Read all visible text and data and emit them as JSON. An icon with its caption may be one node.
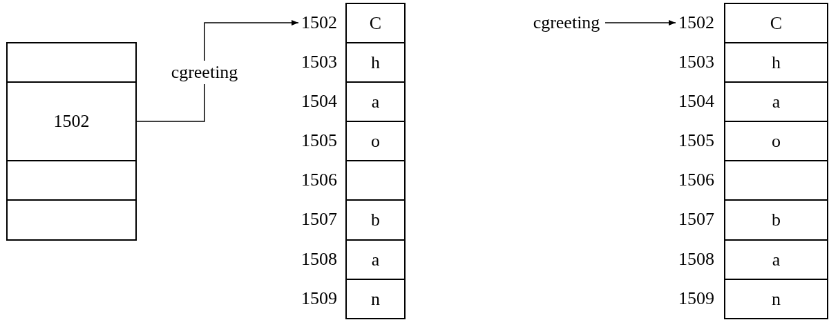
{
  "diagram": {
    "nodes": [
      {
        "text": [],
        "shape": "box"
      },
      {
        "text": [
          "1502"
        ]
      },
      {
        "text": [],
        "shape": "box"
      },
      {
        "text": [],
        "shape": "box"
      },
      {
        "text": [
          "1502"
        ]
      },
      {
        "text": [
          "C"
        ]
      },
      {
        "text": [
          "1503"
        ]
      },
      {
        "text": [
          "h"
        ]
      },
      {
        "text": [
          "1504"
        ]
      },
      {
        "text": [
          "a"
        ]
      },
      {
        "text": [
          "1505"
        ]
      },
      {
        "text": [
          "o"
        ]
      },
      {
        "text": [
          "1506"
        ]
      },
      {
        "text": [],
        "shape": "box"
      },
      {
        "text": [
          "1507"
        ]
      },
      {
        "text": [
          "b"
        ]
      },
      {
        "text": [
          "1508"
        ]
      },
      {
        "text": [
          "a"
        ]
      },
      {
        "text": [
          "1509"
        ]
      },
      {
        "text": [
          "n"
        ]
      },
      {
        "text": [
          "cgreeting"
        ]
      },
      {
        "text": [
          "1502"
        ]
      },
      {
        "text": [
          "C"
        ]
      },
      {
        "text": [
          "1503"
        ]
      },
      {
        "text": [
          "h"
        ]
      },
      {
        "text": [
          "1504"
        ]
      },
      {
        "text": [
          "a"
        ]
      },
      {
        "text": [
          "1505"
        ]
      },
      {
        "text": [
          "o"
        ]
      },
      {
        "text": [
          "1506"
        ]
      },
      {
        "text": [],
        "shape": "box"
      },
      {
        "text": [
          "1507"
        ]
      },
      {
        "text": [
          "b"
        ]
      },
      {
        "text": [
          "1508"
        ]
      },
      {
        "text": [
          "a"
        ]
      },
      {
        "text": [
          "1509"
        ]
      },
      {
        "text": [
          "n"
        ]
      }
    ],
    "edges": [
      {
        "from": 1,
        "to": 4,
        "arrow": "to",
        "label": "cgreeting"
      },
      {
        "from": 20,
        "to": 21,
        "arrow": "to"
      }
    ]
  }
}
